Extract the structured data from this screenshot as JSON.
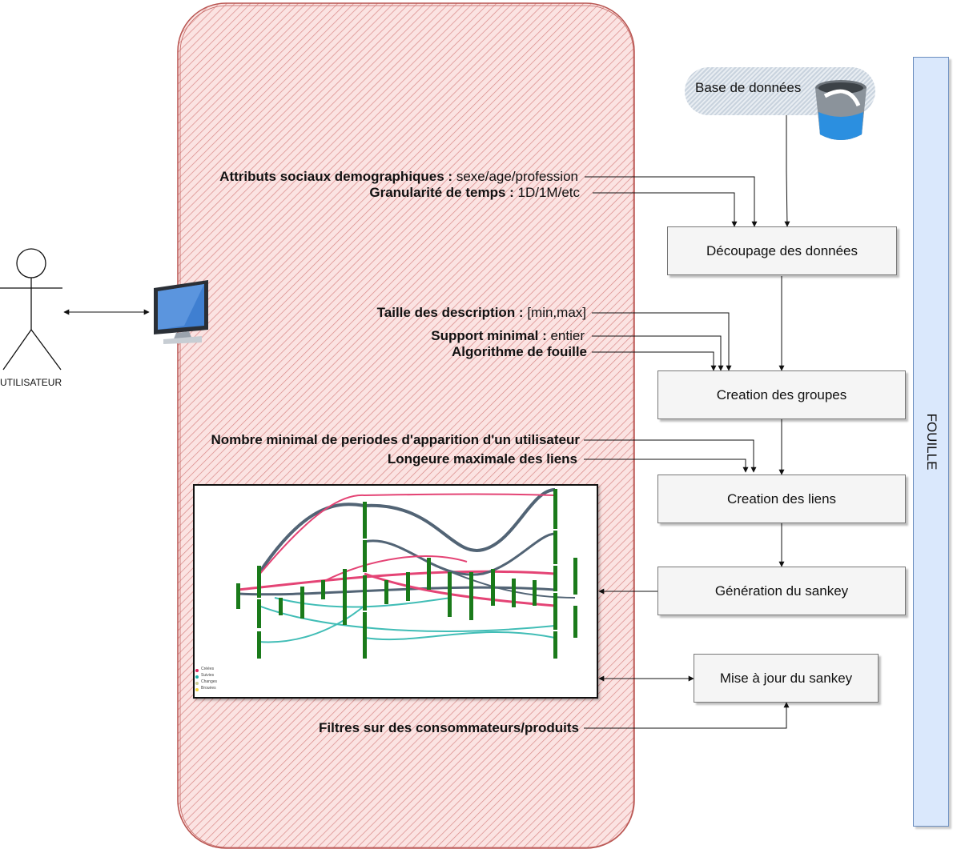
{
  "actor": {
    "label": "UTILISATEUR"
  },
  "database": {
    "label": "Base de données"
  },
  "side_panel": {
    "label": "FOUILLE"
  },
  "params": [
    {
      "bold": "Attributs sociaux demographiques :",
      "text": " sexe/age/profession"
    },
    {
      "bold": "Granularité de temps :",
      "text": " 1D/1M/etc"
    },
    {
      "bold": "Taille des description :",
      "text": " [min,max]"
    },
    {
      "bold": "Support minimal :",
      "text": " entier"
    },
    {
      "bold": "Algorithme de fouille",
      "text": ""
    },
    {
      "bold": "Nombre minimal de periodes d'apparition d'un utilisateur",
      "text": ""
    },
    {
      "bold": "Longeure maximale des liens",
      "text": ""
    },
    {
      "bold": "Filtres sur des consommateurs/produits",
      "text": ""
    }
  ],
  "steps": [
    "Découpage des données",
    "Creation des groupes",
    "Creation des liens",
    "Génération du sankey",
    "Mise à jour du sankey"
  ],
  "sankey_legend": [
    "Créées",
    "Suivies",
    "Changes",
    "Brouées"
  ],
  "colors": {
    "ui_region_fill": "#f8cecc",
    "ui_region_stroke": "#b85450",
    "fouille_fill": "#dae8fc",
    "fouille_stroke": "#6c8ebf",
    "step_fill": "#f5f5f5",
    "sankey_node": "#1a7a1a",
    "flow_dark": "#34495e",
    "flow_red": "#e0245e",
    "flow_teal": "#20b2aa"
  },
  "icons": [
    "stick-figure-icon",
    "monitor-icon",
    "database-bucket-icon"
  ]
}
